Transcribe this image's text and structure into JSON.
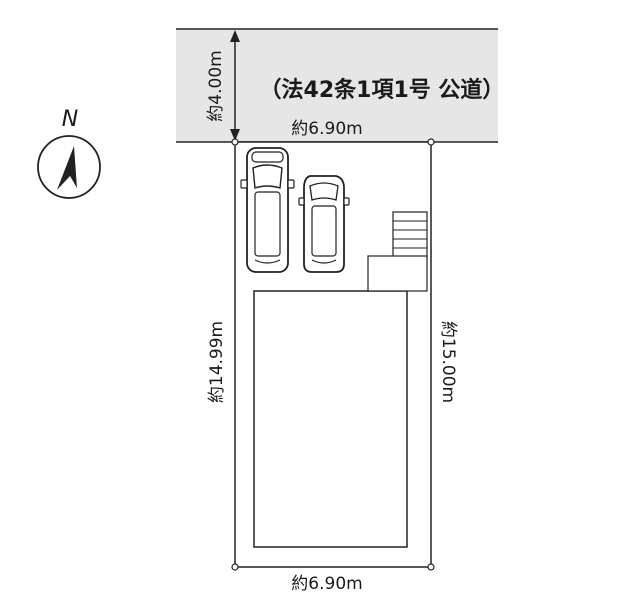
{
  "road": {
    "label": "（法42条1項1号 公道）",
    "width_label": "約4.00m"
  },
  "compass": {
    "north_label": "N"
  },
  "lot": {
    "top_width_label": "約6.90m",
    "bottom_width_label": "約6.90m",
    "left_depth_label": "約14.99m",
    "right_depth_label": "約15.00m"
  },
  "colors": {
    "road_fill": "#e6e6e6",
    "line": "#222222"
  },
  "icons": [
    "north-arrow-icon",
    "car-icon",
    "stairs-icon"
  ]
}
